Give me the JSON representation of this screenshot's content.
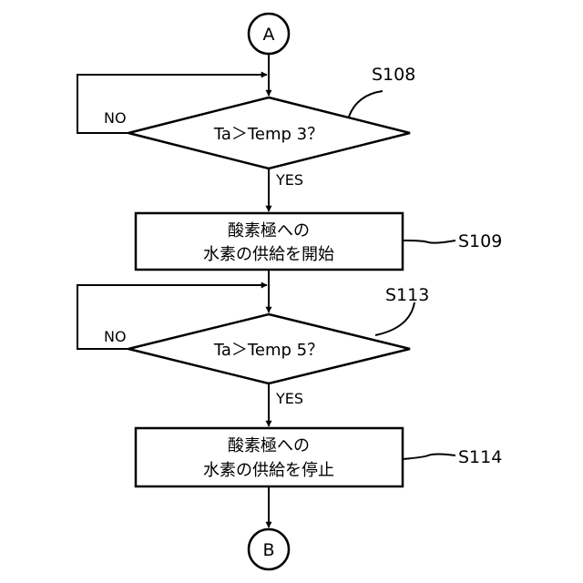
{
  "connectors": {
    "top": "A",
    "bottom": "B"
  },
  "decision_1": {
    "step": "S108",
    "condition": "Ta＞Temp 3？",
    "yes_label": "YES",
    "no_label": "NO"
  },
  "process_1": {
    "step": "S109",
    "line1": "酸素極への",
    "line2": "水素の供給を開始"
  },
  "decision_2": {
    "step": "S113",
    "condition": "Ta＞Temp 5？",
    "yes_label": "YES",
    "no_label": "NO"
  },
  "process_2": {
    "step": "S114",
    "line1": "酸素極への",
    "line2": "水素の供給を停止"
  }
}
